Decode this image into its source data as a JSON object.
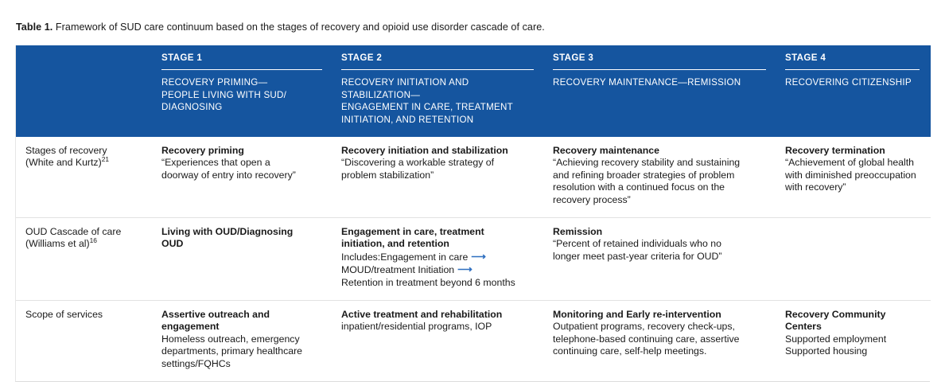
{
  "caption": {
    "label": "Table 1.",
    "text": "Framework of SUD care continuum based on the stages of recovery and opioid use disorder cascade of care."
  },
  "colors": {
    "header_blue": "#15559f",
    "arrow_blue": "#2f6fc0",
    "rule_gray": "#e2e2e2",
    "border_gray": "#dcdcdc",
    "text": "#1a1a1a"
  },
  "table": {
    "header": {
      "corner_label": "",
      "stages": [
        {
          "stage_label": "STAGE 1",
          "stage_title": "RECOVERY PRIMING— PEOPLE LIVING WITH SUD/ DIAGNOSING",
          "stage_title_lines": [
            "RECOVERY PRIMING—",
            "PEOPLE LIVING WITH SUD/",
            "DIAGNOSING"
          ]
        },
        {
          "stage_label": "STAGE 2",
          "stage_title": "RECOVERY INITIATION AND STABILIZATION— ENGAGEMENT IN CARE, TREATMENT INITIATION, AND RETENTION",
          "stage_title_lines": [
            "RECOVERY INITIATION AND",
            "STABILIZATION—",
            "ENGAGEMENT IN CARE, TREATMENT",
            "INITIATION, AND RETENTION"
          ]
        },
        {
          "stage_label": "STAGE 3",
          "stage_title": "RECOVERY MAINTENANCE—REMISSION",
          "stage_title_lines": [
            "RECOVERY MAINTENANCE—REMISSION"
          ]
        },
        {
          "stage_label": "STAGE 4",
          "stage_title": "RECOVERING CITIZENSHIP",
          "stage_title_lines": [
            "RECOVERING CITIZENSHIP"
          ]
        }
      ]
    },
    "rows": [
      {
        "label": "Stages of recovery (White and Kurtz)",
        "label_line1": "Stages of recovery",
        "label_line2": "(White and Kurtz)",
        "label_ref": "21",
        "cells": [
          {
            "heading": "Recovery priming",
            "body": "“Experiences that open a doorway of entry into recovery”",
            "body_lines": [
              "“Experiences that open a",
              "doorway of entry into recovery”"
            ]
          },
          {
            "heading": "Recovery initiation and stabilization",
            "body": "“Discovering a workable strategy of problem stabilization”",
            "body_lines": [
              "“Discovering a workable strategy of",
              "problem stabilization”"
            ]
          },
          {
            "heading": "Recovery maintenance",
            "body": "“Achieving recovery stability and sustaining and refining broader strategies of problem resolution with a continued focus on the recovery process”",
            "body_lines": [
              "“Achieving recovery stability and sustaining",
              "and refining broader strategies of problem",
              "resolution with a continued focus on the",
              "recovery process”"
            ]
          },
          {
            "heading": "Recovery termination",
            "body": "“Achievement of global health with diminished preoccupation with recovery”",
            "body_lines": [
              "“Achievement of global health",
              "with diminished preoccupation",
              "with recovery”"
            ]
          }
        ]
      },
      {
        "label": "OUD Cascade of care (Williams et al)",
        "label_line1": "OUD Cascade of care",
        "label_line2": "(Williams et al)",
        "label_ref": "16",
        "cells": [
          {
            "heading": "Living with OUD/Diagnosing OUD",
            "heading_lines": [
              "Living with OUD/Diagnosing",
              "OUD"
            ],
            "body": "",
            "body_lines": []
          },
          {
            "heading": "Engagement in care, treatment initiation, and retention",
            "heading_lines": [
              "Engagement in care, treatment",
              "initiation, and retention"
            ],
            "body": "Includes:Engagement in care → MOUD/treatment Initiation → Retention in treatment beyond 6 months",
            "body_lines": [
              "Includes:Engagement in care",
              "MOUD/treatment Initiation",
              "Retention in treatment beyond 6 months"
            ],
            "arrow_lines": [
              0,
              1
            ],
            "arrow_glyph": "➞"
          },
          {
            "heading": "Remission",
            "body": "“Percent of retained individuals who no longer meet past-year criteria for OUD”",
            "body_lines": [
              "“Percent of retained individuals who no",
              "longer meet past-year criteria for OUD”"
            ]
          },
          {
            "heading": "",
            "body": "",
            "body_lines": []
          }
        ]
      },
      {
        "label": "Scope of services",
        "label_line1": "Scope of services",
        "label_line2": "",
        "label_ref": "",
        "cells": [
          {
            "heading": "Assertive outreach and engagement",
            "heading_lines": [
              "Assertive outreach and",
              "engagement"
            ],
            "body": "Homeless outreach, emergency departments, primary healthcare settings/FQHCs",
            "body_lines": [
              "Homeless outreach, emergency",
              "departments, primary healthcare",
              "settings/FQHCs"
            ]
          },
          {
            "heading": "Active treatment and rehabilitation",
            "body": "inpatient/residential programs, IOP",
            "body_lines": [
              "inpatient/residential programs, IOP"
            ]
          },
          {
            "heading": "Monitoring and Early re-intervention",
            "body": "Outpatient programs, recovery check-ups, telephone-based continuing care, assertive continuing care, self-help meetings.",
            "body_lines": [
              "Outpatient programs, recovery check-ups,",
              "telephone-based continuing care, assertive",
              "continuing care, self-help meetings."
            ]
          },
          {
            "heading": "Recovery Community Centers",
            "heading_lines": [
              "Recovery Community",
              "Centers"
            ],
            "body": "Supported employment Supported housing",
            "body_lines": [
              "Supported employment",
              "Supported housing"
            ]
          }
        ]
      }
    ]
  }
}
